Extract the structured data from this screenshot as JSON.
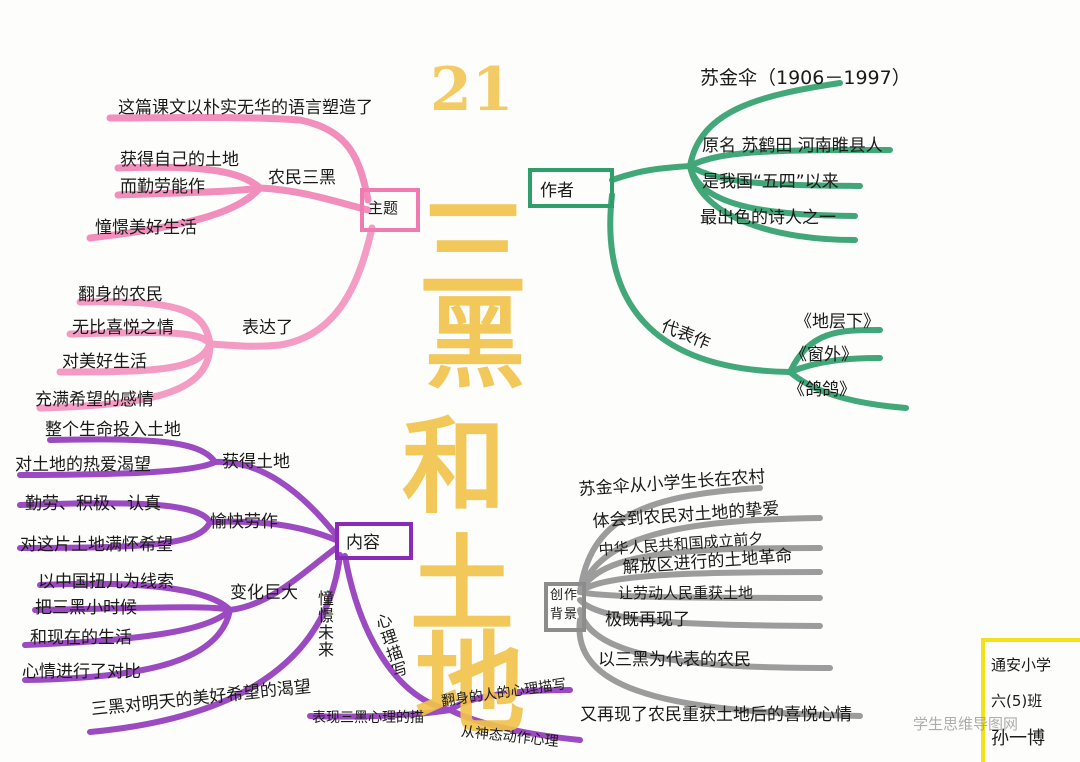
{
  "center": {
    "number": "21",
    "title_chars": [
      "三",
      "黑",
      "和",
      "土",
      "地"
    ]
  },
  "colors": {
    "pink": "#f07bb0",
    "green": "#2e9e6a",
    "purple": "#8a2bb8",
    "gray": "#8c8c8c",
    "title": "#f2c34a",
    "signature": "#f2e21a"
  },
  "branches": {
    "theme": {
      "label": "主题",
      "top_item": "这篇课文以朴实无华的语言塑造了",
      "sub_label": "农民三黑",
      "sub_items": [
        "获得自己的土地",
        "而勤劳能作",
        "憧憬美好生活"
      ]
    },
    "express": {
      "label": "表达了",
      "items": [
        "翻身的农民",
        "无比喜悦之情",
        "对美好生活",
        "充满希望的感情"
      ]
    },
    "author": {
      "label": "作者",
      "items": [
        "苏金伞（1906－1997）",
        "原名 苏鹤田 河南睢县人",
        "是我国“五四”以来",
        "最出色的诗人之一"
      ],
      "works_label": "代表作",
      "works": [
        "《地层下》",
        "《窗外》",
        "《鸽鸽》"
      ]
    },
    "content": {
      "label": "内容",
      "groups": [
        {
          "label": "获得土地",
          "items": [
            "整个生命投入土地",
            "对土地的热爱渴望"
          ]
        },
        {
          "label": "愉快劳作",
          "items": [
            "勤劳、积极、认真",
            "对这片土地满怀希望"
          ]
        },
        {
          "label": "变化巨大",
          "items": [
            "以中国扭儿为线索",
            "把三黑小时候",
            "和现在的生活",
            "心情进行了对比"
          ]
        }
      ],
      "longing_label": "憧憬未来",
      "longing_item": "三黑对明天的美好希望的渴望",
      "psych_label": "心理描写",
      "psych_items": [
        "表现三黑心理的描",
        "翻身的人的心理描写",
        "从神态动作心理"
      ]
    },
    "background": {
      "label": "创作背景",
      "items": [
        "苏金伞从小学生长在农村",
        "体会到农民对土地的挚爱",
        "中华人民共和国成立前夕",
        "解放区进行的土地革命",
        "让劳动人民重获土地",
        "极既再现了",
        "以三黑为代表的农民",
        "又再现了农民重获土地后的喜悦心情"
      ]
    }
  },
  "signature": {
    "school": "通安小学",
    "class": "六(5)班",
    "name": "孙一博"
  },
  "watermark": "学生思维导图网"
}
